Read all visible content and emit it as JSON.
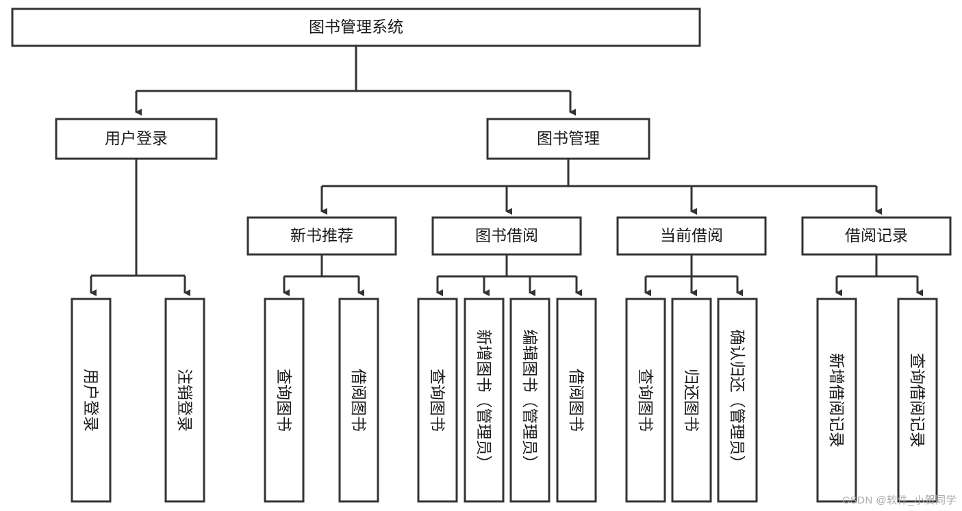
{
  "diagram": {
    "type": "tree-hierarchy-chart",
    "title": "图书管理系统",
    "watermark": "CSDN @软件_小贺同学",
    "colors": {
      "stroke": "#333333",
      "fill": "#ffffff",
      "text": "#1a1a1a",
      "watermark": "#a8a8a8"
    },
    "levels": {
      "root": {
        "label": "图书管理系统"
      },
      "level1": [
        {
          "label": "用户登录"
        },
        {
          "label": "图书管理"
        }
      ],
      "level2": [
        {
          "label": "新书推荐"
        },
        {
          "label": "图书借阅"
        },
        {
          "label": "当前借阅"
        },
        {
          "label": "借阅记录"
        }
      ],
      "leaves": {
        "user_login": [
          {
            "label": "用户登录"
          },
          {
            "label": "注销登录"
          }
        ],
        "new_book_recommend": [
          {
            "label": "查询图书"
          },
          {
            "label": "借阅图书"
          }
        ],
        "book_borrow": [
          {
            "label": "查询图书"
          },
          {
            "label": "新增图书（管理员）"
          },
          {
            "label": "编辑图书（管理员）"
          },
          {
            "label": "借阅图书"
          }
        ],
        "current_borrow": [
          {
            "label": "查询图书"
          },
          {
            "label": "归还图书"
          },
          {
            "label": "确认归还（管理员）"
          }
        ],
        "borrow_record": [
          {
            "label": "新增借阅记录"
          },
          {
            "label": "查询借阅记录"
          }
        ]
      }
    }
  }
}
